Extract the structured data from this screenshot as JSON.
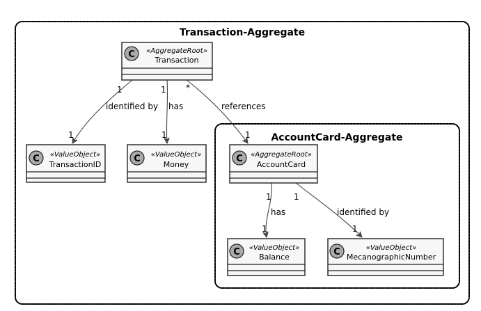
{
  "packages": {
    "outer": {
      "title": "Transaction-Aggregate"
    },
    "inner": {
      "title": "AccountCard-Aggregate"
    }
  },
  "classes": {
    "transaction": {
      "icon": "C",
      "stereotype": "«AggregateRoot»",
      "name": "Transaction"
    },
    "transaction_id": {
      "icon": "C",
      "stereotype": "«ValueObject»",
      "name": "TransactionID"
    },
    "money": {
      "icon": "C",
      "stereotype": "«ValueObject»",
      "name": "Money"
    },
    "account_card": {
      "icon": "C",
      "stereotype": "«AggregateRoot»",
      "name": "AccountCard"
    },
    "balance": {
      "icon": "C",
      "stereotype": "«ValueObject»",
      "name": "Balance"
    },
    "mecanographic_number": {
      "icon": "C",
      "stereotype": "«ValueObject»",
      "name": "MecanographicNumber"
    }
  },
  "relations": {
    "transaction_to_id": {
      "label": "identified by",
      "source_mult": "1",
      "target_mult": "1"
    },
    "transaction_to_money": {
      "label": "has",
      "source_mult": "1",
      "target_mult": "1"
    },
    "transaction_to_card": {
      "label": "references",
      "source_mult": "*",
      "target_mult": "1"
    },
    "card_to_balance": {
      "label": "has",
      "source_mult": "1",
      "target_mult": "1"
    },
    "card_to_number": {
      "label": "identified by",
      "source_mult": "1",
      "target_mult": "1"
    }
  }
}
